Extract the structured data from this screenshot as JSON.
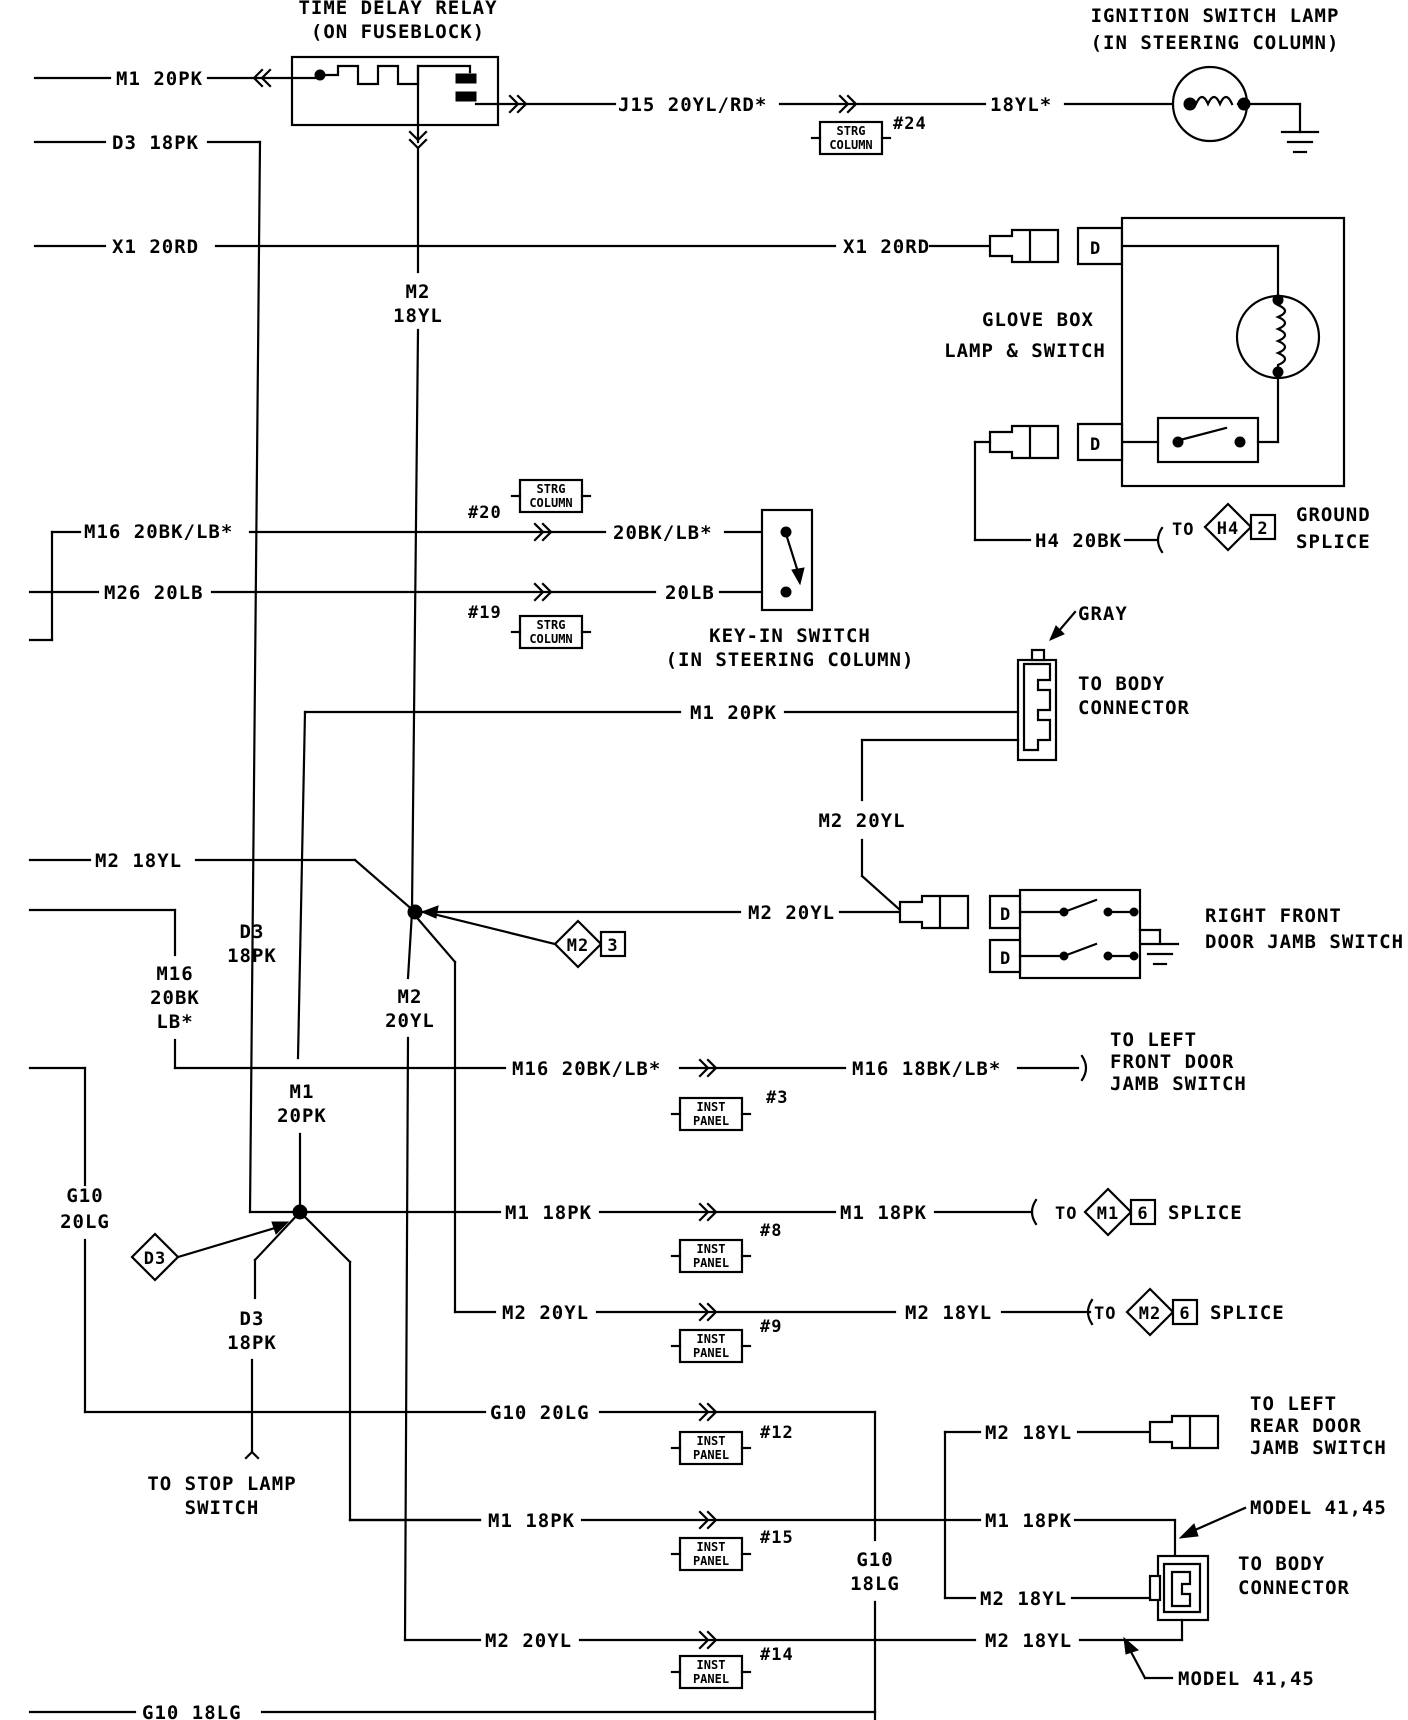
{
  "components": {
    "time_delay_relay": [
      "TIME DELAY RELAY",
      "(ON FUSEBLOCK)"
    ],
    "ignition_switch_lamp": [
      "IGNITION SWITCH LAMP",
      "(IN STEERING COLUMN)"
    ],
    "glove_box": [
      "GLOVE BOX",
      "LAMP & SWITCH"
    ],
    "key_in_switch": [
      "KEY-IN SWITCH",
      "(IN STEERING COLUMN)"
    ],
    "right_front_door": [
      "RIGHT FRONT",
      "DOOR JAMB SWITCH"
    ],
    "body_connector_top": [
      "TO BODY",
      "CONNECTOR"
    ],
    "body_connector_bottom": [
      "TO BODY",
      "CONNECTOR"
    ],
    "left_front_door": [
      "TO LEFT",
      "FRONT DOOR",
      "JAMB SWITCH"
    ],
    "left_rear_door": [
      "TO LEFT",
      "REAR DOOR",
      "JAMB SWITCH"
    ],
    "stop_lamp": [
      "TO STOP LAMP",
      "SWITCH"
    ],
    "ground_splice": [
      "GROUND",
      "SPLICE"
    ]
  },
  "notes": {
    "gray": "GRAY",
    "model_top": "MODEL 41,45",
    "model_bottom": "MODEL 41,45",
    "splice_word": "SPLICE",
    "to": "TO"
  },
  "left_wires": {
    "m1_20pk": "M1 20PK",
    "d3_18pk": "D3 18PK",
    "x1_20rd": "X1 20RD",
    "m16_20bk_lb": "M16 20BK/LB*",
    "m26_20lb": "M26 20LB",
    "m2_18yl": "M2 18YL",
    "g10_18lg": "G10 18LG"
  },
  "wire_labels": {
    "j15": "J15 20YL/RD*",
    "yl18_star": "18YL*",
    "x1_right": "X1 20RD",
    "h4": "H4 20BK",
    "m2_18yl_vert": [
      "M2",
      "18YL"
    ],
    "bk_lb": "20BK/LB*",
    "lb20": "20LB",
    "m1_20pk_mid": "M1 20PK",
    "m2_20yl_vert": "M2 20YL",
    "m2_20yl_door": "M2 20YL",
    "d3_18pk_vert": [
      "D3",
      "18PK"
    ],
    "m16_vert": [
      "M16",
      "20BK",
      "LB*"
    ],
    "m2_20yl_vert2": [
      "M2",
      "20YL"
    ],
    "m16_20bk_mid": "M16 20BK/LB*",
    "m16_18bk": "M16 18BK/LB*",
    "m1_20pk_vert": [
      "M1",
      "20PK"
    ],
    "g10_20lg_vert": [
      "G10",
      "20LG"
    ],
    "m1_18pk_a": "M1 18PK",
    "m1_18pk_b": "M1 18PK",
    "m2_20yl_a": "M2 20YL",
    "m2_18yl_a": "M2 18YL",
    "d3_18pk_low": [
      "D3",
      "18PK"
    ],
    "g10_20lg_h": "G10 20LG",
    "m2_18yl_rear": "M2 18YL",
    "m1_18pk_c": "M1 18PK",
    "m1_18pk_d": "M1 18PK",
    "m2_18yl_conn": "M2 18YL",
    "g10_18lg_vert": [
      "G10",
      "18LG"
    ],
    "m2_20yl_b": "M2 20YL",
    "m2_18yl_b": "M2 18YL"
  },
  "connector_ids": {
    "c24": "#24",
    "c20": "#20",
    "c19": "#19",
    "c3": "#3",
    "c8": "#8",
    "c9": "#9",
    "c12": "#12",
    "c15": "#15",
    "c14": "#14"
  },
  "connector_boxes": {
    "strg": [
      "STRG",
      "COLUMN"
    ],
    "inst": [
      "INST",
      "PANEL"
    ]
  },
  "splice_tags": {
    "h4": {
      "id": "H4",
      "num": "2"
    },
    "m2_3": {
      "id": "M2",
      "num": "3"
    },
    "d3": {
      "id": "D3"
    },
    "m1_6": {
      "id": "M1",
      "num": "6"
    },
    "m2_6": {
      "id": "M2",
      "num": "6"
    }
  },
  "pin_labels": {
    "d": "D"
  }
}
